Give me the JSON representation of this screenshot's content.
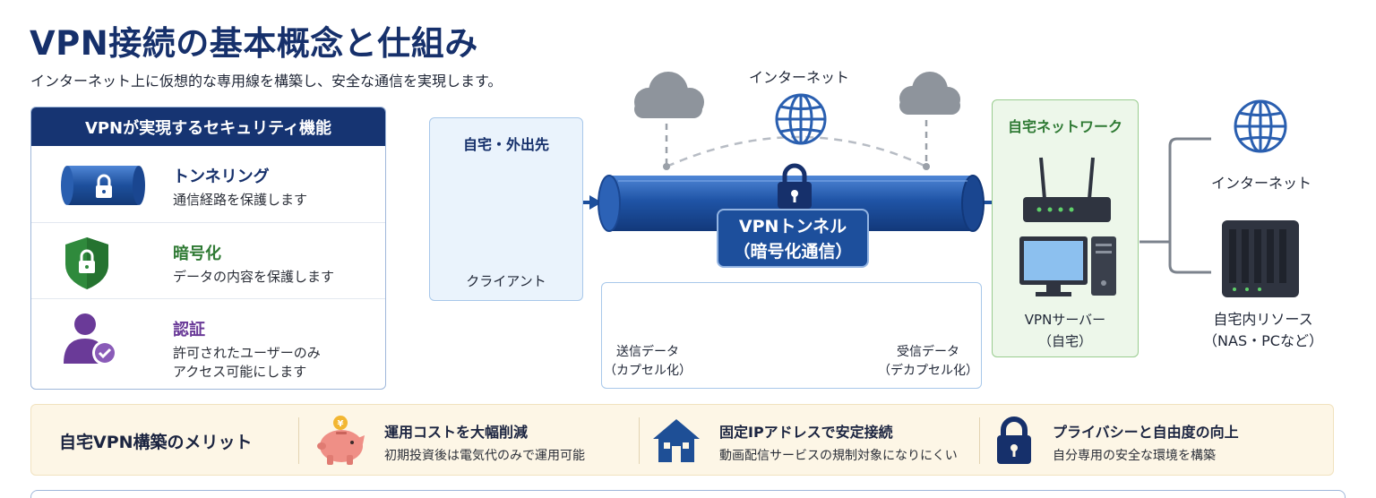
{
  "title": "VPN接続の基本概念と仕組み",
  "subtitle": "インターネット上に仮想的な専用線を構築し、安全な通信を実現します。",
  "security_panel": {
    "header": "VPNが実現するセキュリティ機能",
    "items": [
      {
        "title": "トンネリング",
        "desc_lines": [
          "通信経路を保護します"
        ],
        "color": "#16306b"
      },
      {
        "title": "暗号化",
        "desc_lines": [
          "データの内容を保護します"
        ],
        "color": "#2f7a34"
      },
      {
        "title": "認証",
        "desc_lines": [
          "許可されたユーザーのみ",
          "アクセス可能にします"
        ],
        "color": "#6a3a98"
      }
    ]
  },
  "diagram": {
    "client_header": "自宅・外出先",
    "client_label": "クライアント",
    "internet_top": "インターネット",
    "tunnel_line1": "VPNトンネル",
    "tunnel_line2": "（暗号化通信）",
    "send_line1": "送信データ",
    "send_line2": "（カプセル化）",
    "recv_line1": "受信データ",
    "recv_line2": "（デカプセル化）",
    "home_header": "自宅ネットワーク",
    "server_line1": "VPNサーバー",
    "server_line2": "（自宅）",
    "right_internet": "インターネット",
    "resource_line1": "自宅内リソース",
    "resource_line2": "（NAS・PCなど）"
  },
  "merits": {
    "header": "自宅VPN構築のメリット",
    "items": [
      {
        "title": "運用コストを大幅削減",
        "desc": "初期投資後は電気代のみで運用可能",
        "icon": "piggy-bank-icon"
      },
      {
        "title": "固定IPアドレスで安定接続",
        "desc": "動画配信サービスの規制対象になりにくい",
        "icon": "house-icon"
      },
      {
        "title": "プライバシーと自由度の向上",
        "desc": "自分専用の安全な環境を構築",
        "icon": "padlock-icon"
      }
    ]
  },
  "colors": {
    "navy": "#16306b",
    "tunnel_blue": "#1d4f9c",
    "green": "#2f7a34",
    "purple": "#6a3a98",
    "merit_bg": "#fdf6e6"
  }
}
